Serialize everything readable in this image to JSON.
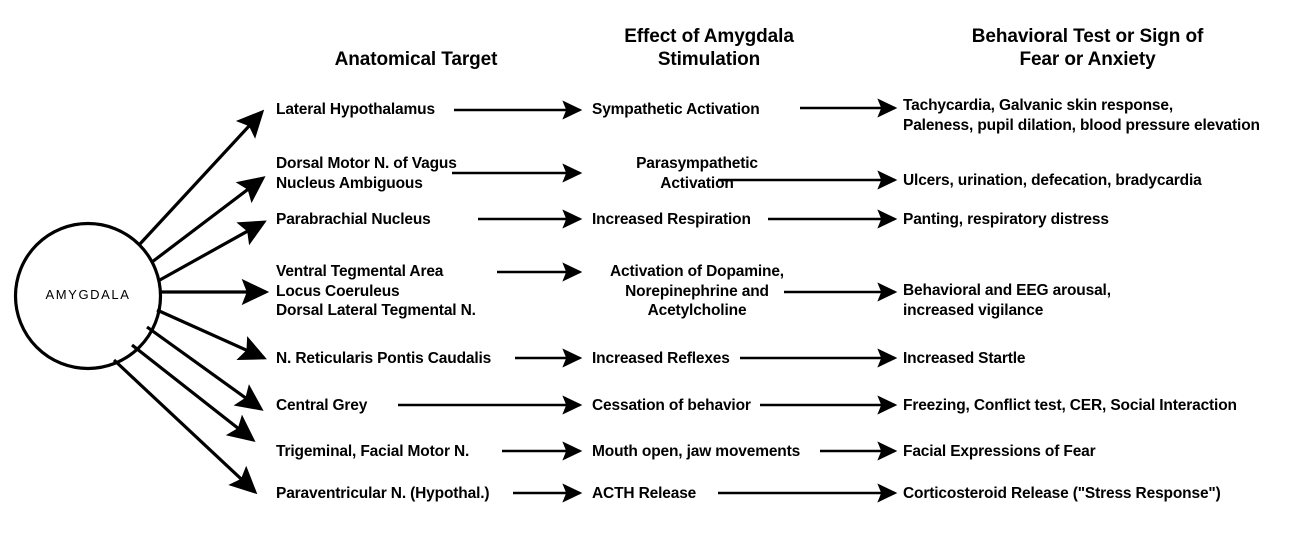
{
  "figure": {
    "source_node_label": "AMYGDALA",
    "headers": [
      {
        "id": "anatomical",
        "text": "Anatomical Target"
      },
      {
        "id": "effect",
        "text": "Effect of Amygdala\nStimulation"
      },
      {
        "id": "behavioral",
        "text": "Behavioral Test or Sign of\nFear or Anxiety"
      }
    ],
    "rows": [
      {
        "target": "Lateral Hypothalamus",
        "effect": "Sympathetic Activation",
        "behavior": "Tachycardia, Galvanic skin response,\nPaleness, pupil dilation, blood pressure elevation"
      },
      {
        "target": "Dorsal Motor N. of Vagus\nNucleus Ambiguous",
        "effect": "Parasympathetic\nActivation",
        "behavior": "Ulcers, urination, defecation, bradycardia"
      },
      {
        "target": "Parabrachial Nucleus",
        "effect": "Increased Respiration",
        "behavior": "Panting, respiratory distress"
      },
      {
        "target": "Ventral Tegmental Area\nLocus Coeruleus\nDorsal Lateral Tegmental N.",
        "effect": "Activation of Dopamine,\nNorepinephrine and\nAcetylcholine",
        "behavior": "Behavioral and EEG arousal,\nincreased vigilance"
      },
      {
        "target": "N. Reticularis Pontis Caudalis",
        "effect": "Increased Reflexes",
        "behavior": "Increased Startle"
      },
      {
        "target": "Central Grey",
        "effect": "Cessation of behavior",
        "behavior": "Freezing, Conflict test, CER, Social Interaction"
      },
      {
        "target": "Trigeminal, Facial Motor N.",
        "effect": "Mouth open, jaw movements",
        "behavior": "Facial Expressions of Fear"
      },
      {
        "target": "Paraventricular N. (Hypothal.)",
        "effect": "ACTH Release",
        "behavior": "Corticosteroid Release (\"Stress Response\")"
      }
    ],
    "colors": {
      "ink": "#000000",
      "background": "#ffffff"
    }
  }
}
